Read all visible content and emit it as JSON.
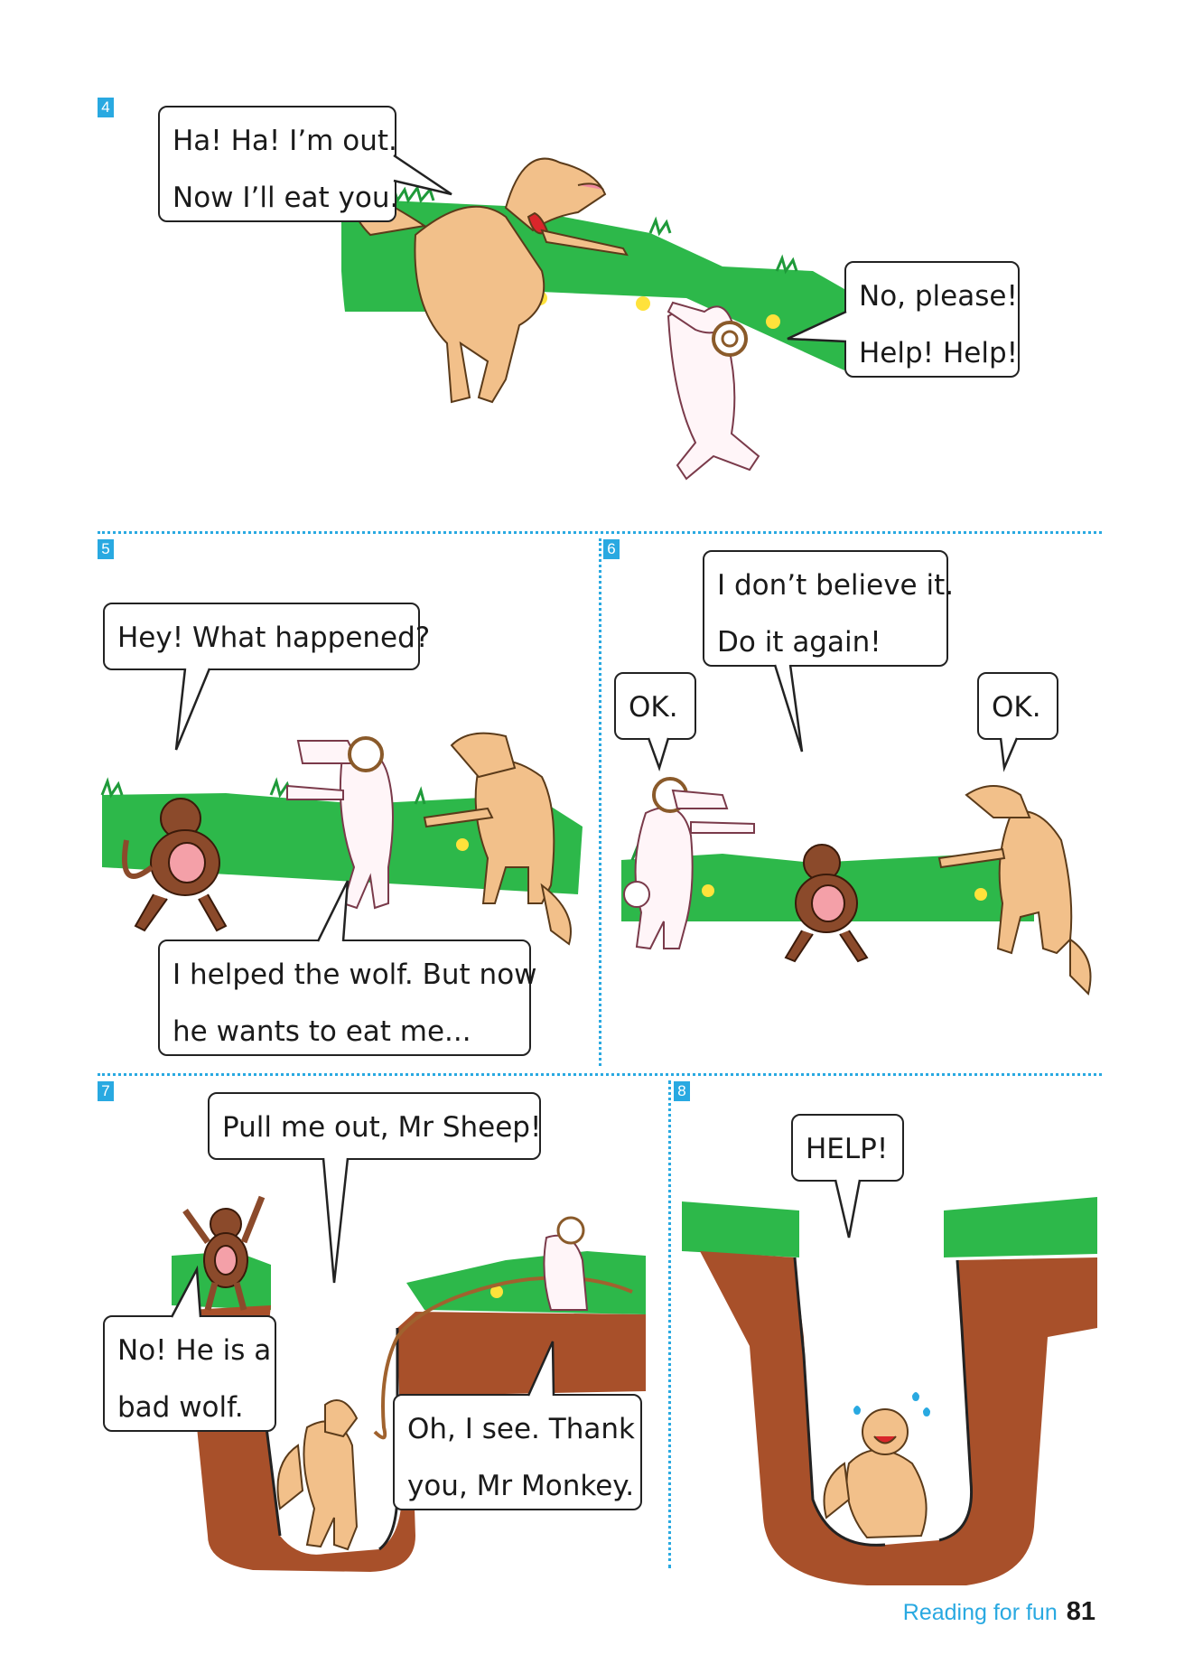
{
  "panels": [
    {
      "number": "4",
      "bubbles": [
        {
          "lines": [
            "Ha! Ha! I’m out.",
            "Now I’ll eat you."
          ]
        },
        {
          "lines": [
            "No, please!",
            "Help! Help!"
          ]
        }
      ]
    },
    {
      "number": "5",
      "bubbles": [
        {
          "lines": [
            "Hey! What happened?"
          ]
        },
        {
          "lines": [
            "I helped the wolf. But now",
            "he wants to eat me..."
          ]
        }
      ]
    },
    {
      "number": "6",
      "bubbles": [
        {
          "lines": [
            "I don’t believe it.",
            "Do it again!"
          ]
        },
        {
          "lines": [
            "OK."
          ]
        },
        {
          "lines": [
            "OK."
          ]
        }
      ]
    },
    {
      "number": "7",
      "bubbles": [
        {
          "lines": [
            "Pull me out, Mr Sheep!"
          ]
        },
        {
          "lines": [
            "No! He is a",
            "bad wolf."
          ]
        },
        {
          "lines": [
            "Oh, I see. Thank",
            "you, Mr Monkey."
          ]
        }
      ]
    },
    {
      "number": "8",
      "bubbles": [
        {
          "lines": [
            "HELP!"
          ]
        }
      ]
    }
  ],
  "footer": {
    "section": "Reading for fun",
    "page": "81"
  },
  "colors": {
    "accent": "#29a9e1",
    "grass": "#2db84a",
    "wolf": "#f2c08a",
    "monkey": "#8b4a2b",
    "soil": "#a8502a"
  }
}
